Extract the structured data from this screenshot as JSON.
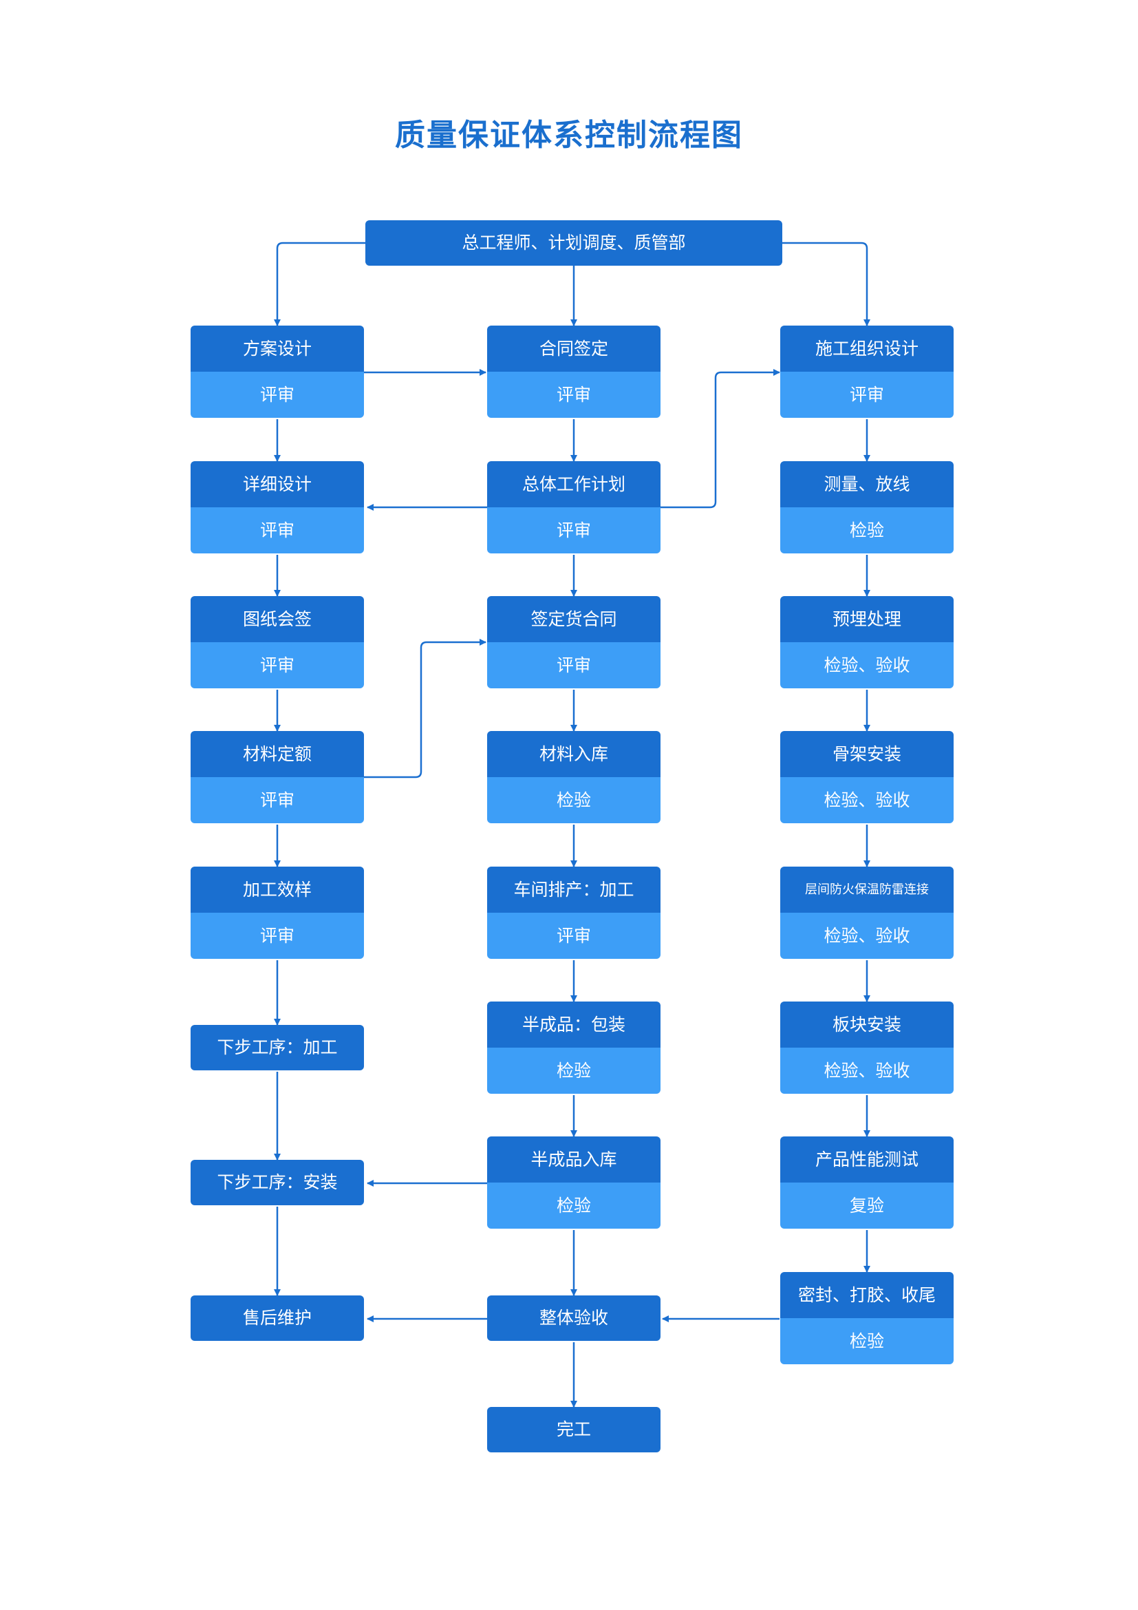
{
  "title": "质量保证体系控制流程图",
  "colors": {
    "primary": "#1a6fd0",
    "secondary": "#3d9ef7",
    "title": "#1a6fce",
    "edge": "#1a6fd0"
  },
  "nodes": {
    "header": {
      "title": "总工程师、计划调度、质管部"
    },
    "scheme": {
      "title": "方案设计",
      "sub": "评审"
    },
    "detail": {
      "title": "详细设计",
      "sub": "评审"
    },
    "drawing": {
      "title": "图纸会签",
      "sub": "评审"
    },
    "quota": {
      "title": "材料定额",
      "sub": "评审"
    },
    "sample": {
      "title": "加工效样",
      "sub": "评审"
    },
    "next_process": {
      "title": "下步工序：加工"
    },
    "next_install": {
      "title": "下步工序：安装"
    },
    "aftersale": {
      "title": "售后维护"
    },
    "contract": {
      "title": "合同签定",
      "sub": "评审"
    },
    "plan": {
      "title": "总体工作计划",
      "sub": "评审"
    },
    "supply_contract": {
      "title": "签定货合同",
      "sub": "评审"
    },
    "storage": {
      "title": "材料入库",
      "sub": "检验"
    },
    "workshop": {
      "title": "车间排产：加工",
      "sub": "评审"
    },
    "semi_pack": {
      "title": "半成品：包装",
      "sub": "检验"
    },
    "semi_storage": {
      "title": "半成品入库",
      "sub": "检验"
    },
    "overall_accept": {
      "title": "整体验收"
    },
    "complete": {
      "title": "完工"
    },
    "construction": {
      "title": "施工组织设计",
      "sub": "评审"
    },
    "survey": {
      "title": "测量、放线",
      "sub": "检验"
    },
    "embed": {
      "title": "预埋处理",
      "sub": "检验、验收"
    },
    "frame": {
      "title": "骨架安装",
      "sub": "检验、验收"
    },
    "fireproof": {
      "title": "层间防火保温防雷连接",
      "sub": "检验、验收"
    },
    "panel": {
      "title": "板块安装",
      "sub": "检验、验收"
    },
    "performance": {
      "title": "产品性能测试",
      "sub": "复验"
    },
    "seal": {
      "title": "密封、打胶、收尾",
      "sub": "检验"
    }
  }
}
